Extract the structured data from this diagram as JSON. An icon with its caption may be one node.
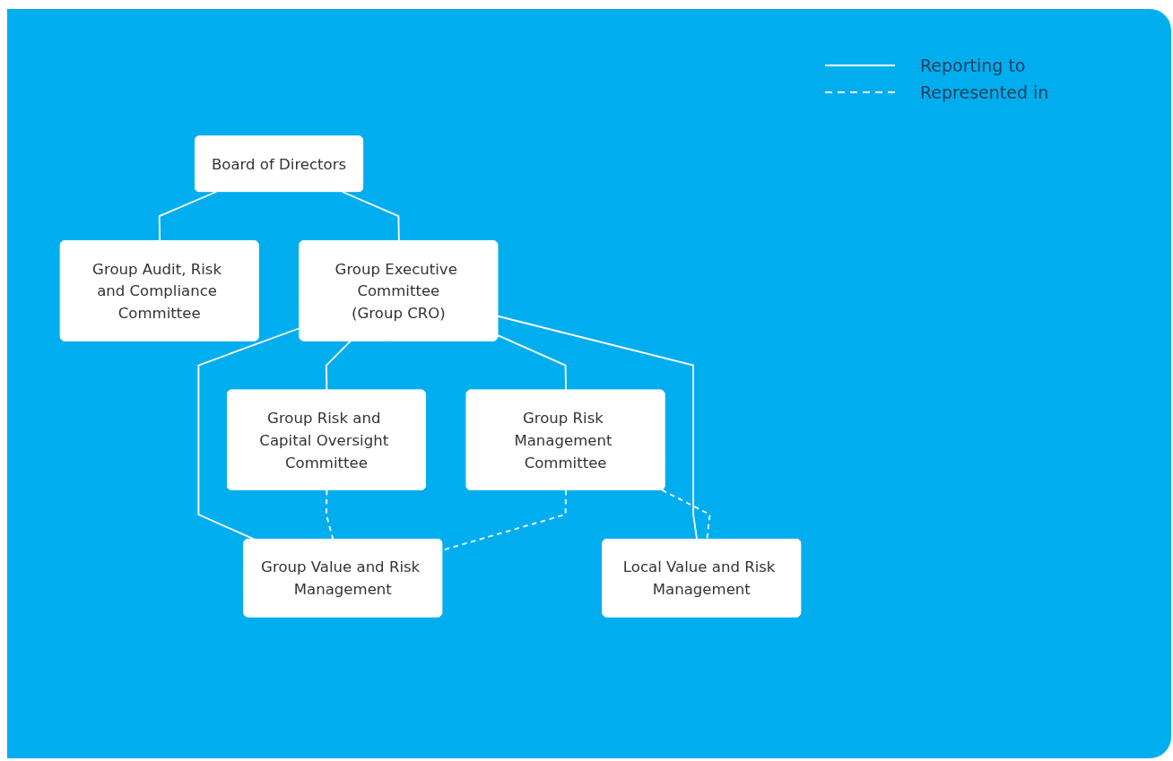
{
  "diagram": {
    "nodes": [
      {
        "text": [
          "Board of Directors"
        ]
      },
      {
        "text": [
          "Group Audit, Risk and Compliance Committee"
        ]
      },
      {
        "text": [
          "Group Executive Committee",
          "(Group CRO)"
        ]
      },
      {
        "text": [
          "Group Risk and Capital Oversight Committee"
        ]
      },
      {
        "text": [
          "Group Risk Management Committee"
        ]
      },
      {
        "text": [
          "Group Value and Risk Management"
        ]
      },
      {
        "text": [
          "Local Value and Risk Management"
        ]
      }
    ],
    "edges": [
      {
        "from": 0,
        "to": 1,
        "arrow": "none"
      },
      {
        "from": 0,
        "to": 2,
        "arrow": "none"
      },
      {
        "from": 2,
        "to": 3,
        "arrow": "none"
      },
      {
        "from": 2,
        "to": 4,
        "arrow": "none"
      },
      {
        "from": 2,
        "to": 5,
        "arrow": "none"
      },
      {
        "from": 2,
        "to": 6,
        "arrow": "none"
      },
      {
        "from": 3,
        "to": 5,
        "arrow": "none",
        "style": "dashed"
      },
      {
        "from": 4,
        "to": 6,
        "arrow": "none",
        "style": "dashed"
      },
      {
        "from": 4,
        "to": 5,
        "arrow": "none",
        "style": "dashed"
      }
    ],
    "legend": [
      {
        "text": "Reporting to"
      },
      {
        "text": "Represented in"
      }
    ]
  }
}
